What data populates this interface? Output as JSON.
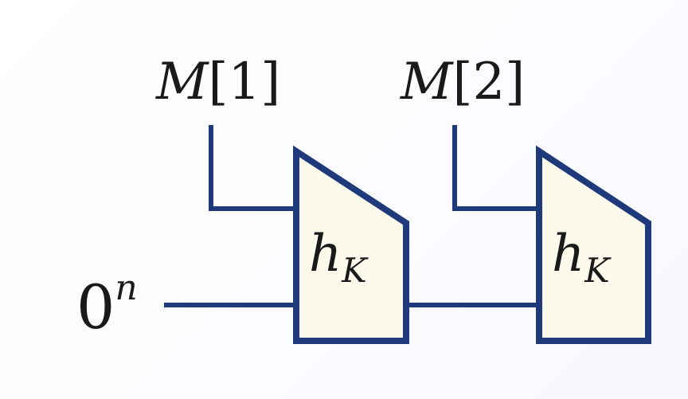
{
  "colors": {
    "wire": "#1f3a7a",
    "block_fill": "#fcfbeb",
    "text": "#1a1a1a"
  },
  "initial_value": {
    "base": "0",
    "superscript": "n"
  },
  "messages": [
    {
      "name": "M",
      "index": "2",
      "open_bracket": "[",
      "close_bracket": "]"
    },
    {
      "name": "M",
      "index": "1",
      "open_bracket": "[",
      "close_bracket": "]"
    }
  ],
  "blocks": [
    {
      "function": "h",
      "subscript": "K"
    },
    {
      "function": "h",
      "subscript": "K"
    }
  ]
}
